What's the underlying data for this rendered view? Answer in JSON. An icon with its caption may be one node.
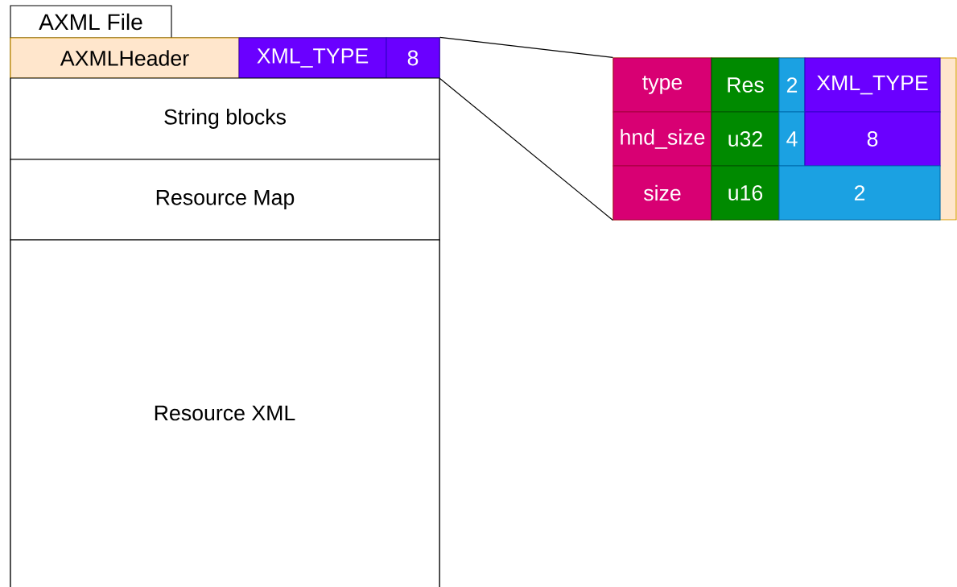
{
  "diagram": {
    "nodes": [
      {
        "text": [
          "AXML File"
        ]
      },
      {
        "text": [
          "AXMLHeader"
        ],
        "in": 0
      },
      {
        "text": [
          "XML_TYPE"
        ],
        "in": 0
      },
      {
        "text": [
          "8"
        ],
        "in": 0
      },
      {
        "text": [
          "String blocks"
        ],
        "in": 0
      },
      {
        "text": [
          "Resource Map"
        ],
        "in": 0
      },
      {
        "text": [
          "Resource XML"
        ],
        "in": 0
      },
      {
        "text": [],
        "shape": "box"
      },
      {
        "text": [
          "type"
        ],
        "in": 7
      },
      {
        "text": [
          "Res"
        ],
        "in": 7
      },
      {
        "text": [
          "2"
        ],
        "in": 7
      },
      {
        "text": [
          "XML_TYPE"
        ],
        "in": 7
      },
      {
        "text": [
          "hnd_size"
        ],
        "in": 7
      },
      {
        "text": [
          "u32"
        ],
        "in": 7
      },
      {
        "text": [
          "4"
        ],
        "in": 7
      },
      {
        "text": [
          "8"
        ],
        "in": 7
      },
      {
        "text": [
          "size"
        ],
        "in": 7
      },
      {
        "text": [
          "u16"
        ],
        "in": 7
      },
      {
        "text": [
          "2"
        ],
        "in": 7
      }
    ],
    "edges": [
      {
        "from": 3,
        "to": 7,
        "arrow": "none"
      },
      {
        "from": 3,
        "to": 7,
        "arrow": "none"
      }
    ]
  }
}
